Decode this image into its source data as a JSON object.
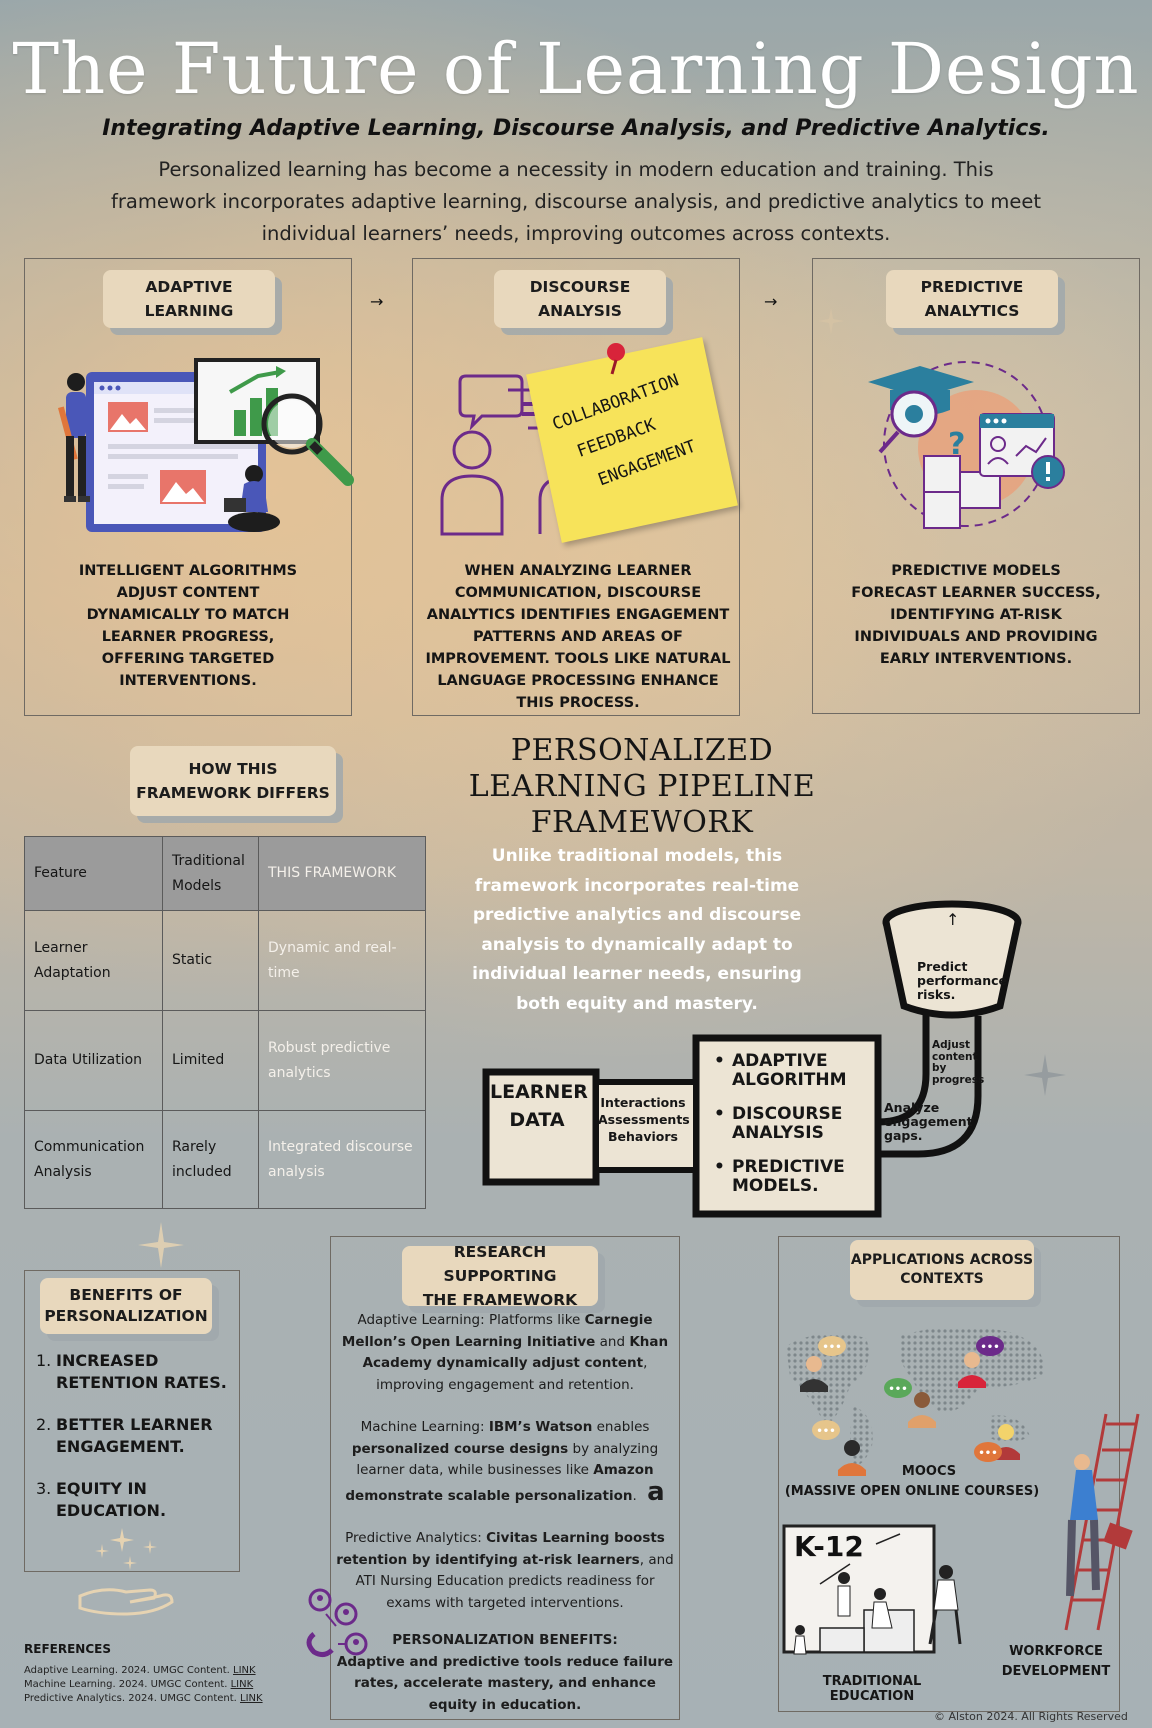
{
  "header": {
    "title": "The Future of Learning Design",
    "subtitle": "Integrating Adaptive Learning, Discourse Analysis, and Predictive Analytics.",
    "intro": "Personalized learning has become a necessity in modern education and training. This framework incorporates adaptive learning, discourse analysis, and predictive analytics to meet individual learners’ needs, improving outcomes across contexts."
  },
  "pillars": [
    {
      "label_line1": "ADAPTIVE",
      "label_line2": "LEARNING",
      "text": "INTELLIGENT ALGORITHMS ADJUST CONTENT DYNAMICALLY TO MATCH LEARNER PROGRESS, OFFERING TARGETED INTERVENTIONS."
    },
    {
      "label_line1": "DISCOURSE",
      "label_line2": "ANALYSIS",
      "text": "WHEN ANALYZING LEARNER COMMUNICATION, DISCOURSE ANALYTICS IDENTIFIES ENGAGEMENT PATTERNS AND AREAS OF IMPROVEMENT. TOOLS LIKE NATURAL LANGUAGE PROCESSING ENHANCE THIS PROCESS."
    },
    {
      "label_line1": "PREDICTIVE",
      "label_line2": "ANALYTICS",
      "text": "PREDICTIVE MODELS FORECAST LEARNER SUCCESS, IDENTIFYING AT-RISK INDIVIDUALS AND PROVIDING EARLY INTERVENTIONS."
    }
  ],
  "arrow_glyph": "→",
  "sticky_note": {
    "line1": "COLLABORATION",
    "line2": "FEEDBACK",
    "line3": "ENGAGEMENT"
  },
  "differs": {
    "label_line1": "HOW THIS",
    "label_line2": "FRAMEWORK DIFFERS",
    "table": {
      "header": [
        "Feature",
        "Traditional Models",
        "THIS FRAMEWORK"
      ],
      "rows": [
        [
          "Learner Adaptation",
          "Static",
          "Dynamic and real-time"
        ],
        [
          "Data Utilization",
          "Limited",
          "Robust predictive analytics"
        ],
        [
          "Communication Analysis",
          "Rarely included",
          "Integrated discourse analysis"
        ]
      ]
    }
  },
  "pipeline": {
    "title_line1": "PERSONALIZED",
    "title_line2": "LEARNING PIPELINE",
    "title_line3": "FRAMEWORK",
    "description": "Unlike traditional models, this framework incorporates real-time predictive analytics and discourse analysis to dynamically adapt to individual learner needs, ensuring both equity and mastery.",
    "learner_data_line1": "LEARNER",
    "learner_data_line2": "DATA",
    "inputs": [
      "Interactions",
      "Assessments",
      "Behaviors"
    ],
    "algorithm_items": [
      "ADAPTIVE ALGORITHM",
      "DISCOURSE ANALYSIS",
      "PREDICTIVE MODELS."
    ],
    "loop_labels": [
      "Analyze engagement gaps.",
      "Adjust content by progress",
      "Predict performance risks."
    ],
    "up_arrow": "↑"
  },
  "benefits": {
    "label_line1": "BENEFITS OF",
    "label_line2": "PERSONALIZATION",
    "items": [
      {
        "num": "1.",
        "line1": "INCREASED",
        "line2": "RETENTION RATES."
      },
      {
        "num": "2.",
        "line1": "BETTER LEARNER",
        "line2": "ENGAGEMENT."
      },
      {
        "num": "3.",
        "line1": "EQUITY IN",
        "line2": "EDUCATION."
      }
    ]
  },
  "research": {
    "label_line1": "RESEARCH SUPPORTING",
    "label_line2": "THE FRAMEWORK",
    "p1": {
      "a": "Adaptive Learning: Platforms like ",
      "b": "Carnegie Mellon’s Open Learning Initiative",
      "c": " and ",
      "d": "Khan Academy dynamically adjust content",
      "e": ", improving engagement and retention."
    },
    "p2": {
      "a": "Machine Learning: ",
      "b": "IBM’s Watson",
      "c": " enables ",
      "d": "personalized course designs",
      "e": " by analyzing learner data, while businesses like ",
      "f": "Amazon demonstrate scalable personalization",
      "g": "."
    },
    "p3": {
      "a": "Predictive Analytics: ",
      "b": "Civitas Learning boosts retention by identifying at-risk learners",
      "c": ", and ATI Nursing Education predicts readiness for exams with targeted interventions."
    },
    "benefits_title": "PERSONALIZATION BENEFITS:",
    "benefits_text": "Adaptive and predictive tools reduce failure rates, accelerate mastery, and enhance equity in education.",
    "amazon_glyph": "a"
  },
  "applications": {
    "label_line1": "APPLICATIONS ACROSS",
    "label_line2": "CONTEXTS",
    "moocs_line1": "MOOCS",
    "moocs_line2": "(MASSIVE OPEN ONLINE COURSES)",
    "k12": "K-12",
    "traditional": "TRADITIONAL EDUCATION",
    "workforce_line1": "WORKFORCE",
    "workforce_line2": "DEVELOPMENT",
    "bubble_glyph": "•••"
  },
  "references": {
    "title": "REFERENCES",
    "items": [
      {
        "text": "Adaptive Learning. 2024. UMGC Content. ",
        "link": "LINK"
      },
      {
        "text": "Machine Learning. 2024. UMGC Content. ",
        "link": "LINK"
      },
      {
        "text": "Predictive Analytics. 2024. UMGC Content. ",
        "link": "LINK"
      }
    ]
  },
  "copyright": "© Alston 2024. All Rights Reserved",
  "colors": {
    "pill_bg": "#e8d8bd",
    "sticky": "#f7e35a",
    "purple": "#6c2a8a",
    "teal": "#2b7f9e",
    "orange": "#e0763b",
    "green": "#3f9a4a"
  }
}
